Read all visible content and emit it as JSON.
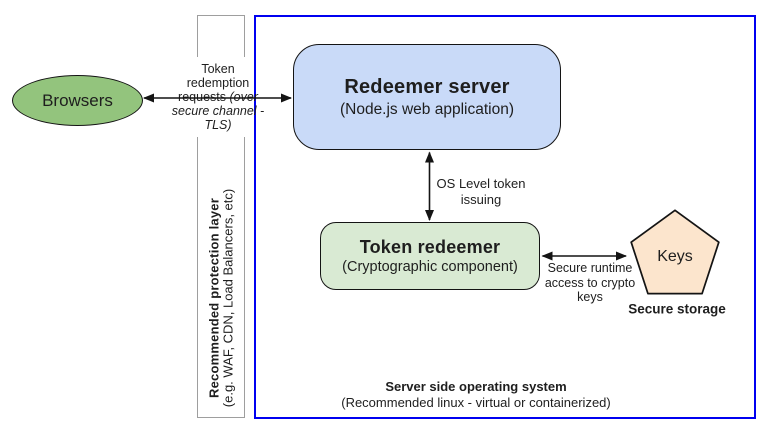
{
  "nodes": {
    "browsers": {
      "label": "Browsers"
    },
    "protection_layer": {
      "title": "Recommended protection layer",
      "subtitle": "(e.g. WAF, CDN, Load Balancers, etc)"
    },
    "redeemer_server": {
      "title": "Redeemer server",
      "subtitle": "(Node.js web application)"
    },
    "token_redeemer": {
      "title": "Token redeemer",
      "subtitle": "(Cryptographic component)"
    },
    "keys": {
      "label": "Keys",
      "caption": "Secure storage"
    },
    "os_boundary": {
      "title": "Server side operating system",
      "subtitle": "(Recommended linux - virtual or containerized)"
    }
  },
  "edges": {
    "browsers_redeemer": {
      "line1": "Token",
      "line2": "redemption",
      "line3_regular": "requests",
      "line3_italic": "(over",
      "line4": "secure channel -",
      "line5": "TLS)"
    },
    "redeemer_token": {
      "line1": "OS Level token",
      "line2": "issuing"
    },
    "token_keys": {
      "line1": "Secure runtime",
      "line2": "access to crypto",
      "line3": "keys"
    }
  },
  "colors": {
    "browsers_fill": "#93c47d",
    "redeemer_server_fill": "#c9daf8",
    "token_redeemer_fill": "#d9ead3",
    "keys_fill": "#fce5cd",
    "os_boundary_border": "#0000f0",
    "protection_layer_border": "#9e9e9e",
    "line_stroke": "#141414"
  }
}
